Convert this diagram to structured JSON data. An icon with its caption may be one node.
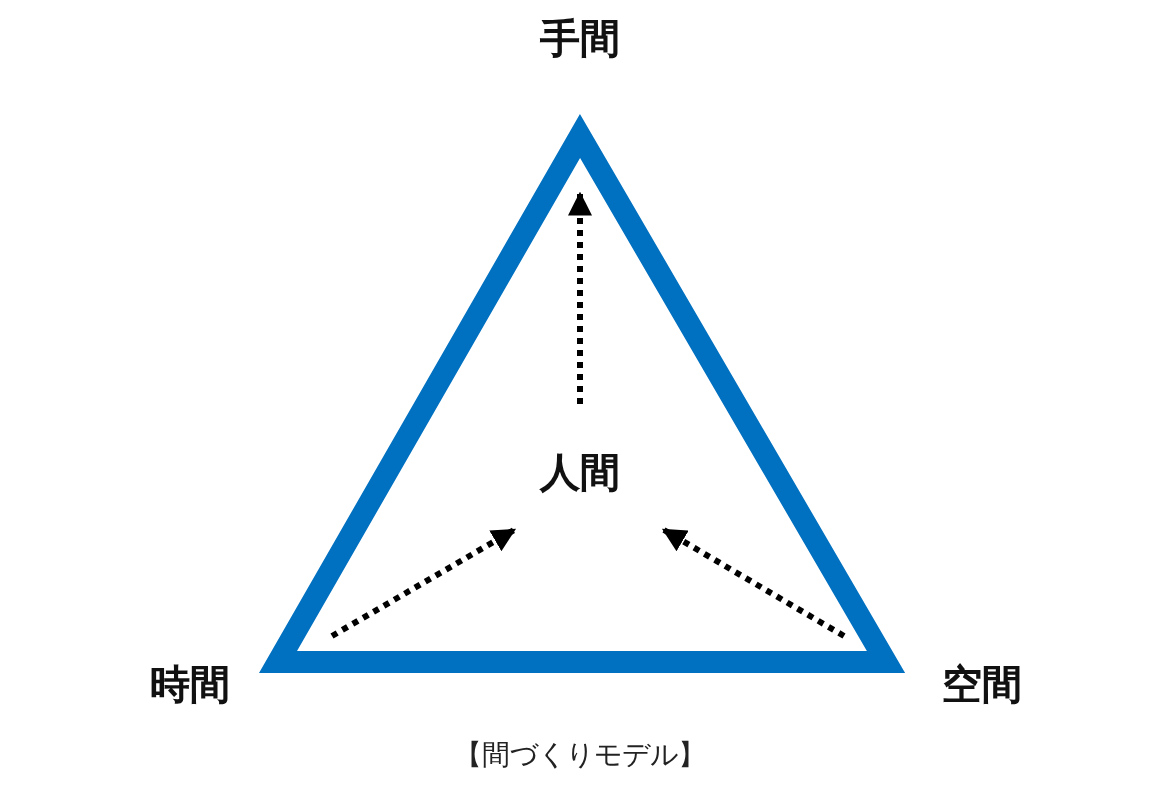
{
  "diagram": {
    "caption": "【間づくりモデル】",
    "nodes": [
      {
        "text": [
          "手間"
        ]
      },
      {
        "text": [
          "人間"
        ]
      },
      {
        "text": [
          "時間"
        ]
      },
      {
        "text": [
          "空間"
        ]
      }
    ],
    "edges": [
      {
        "from": 1,
        "to": 0,
        "arrow": "to",
        "style": "dashed"
      },
      {
        "from": 2,
        "to": 1,
        "arrow": "to",
        "style": "dashed"
      },
      {
        "from": 3,
        "to": 1,
        "arrow": "to",
        "style": "dashed"
      }
    ]
  }
}
